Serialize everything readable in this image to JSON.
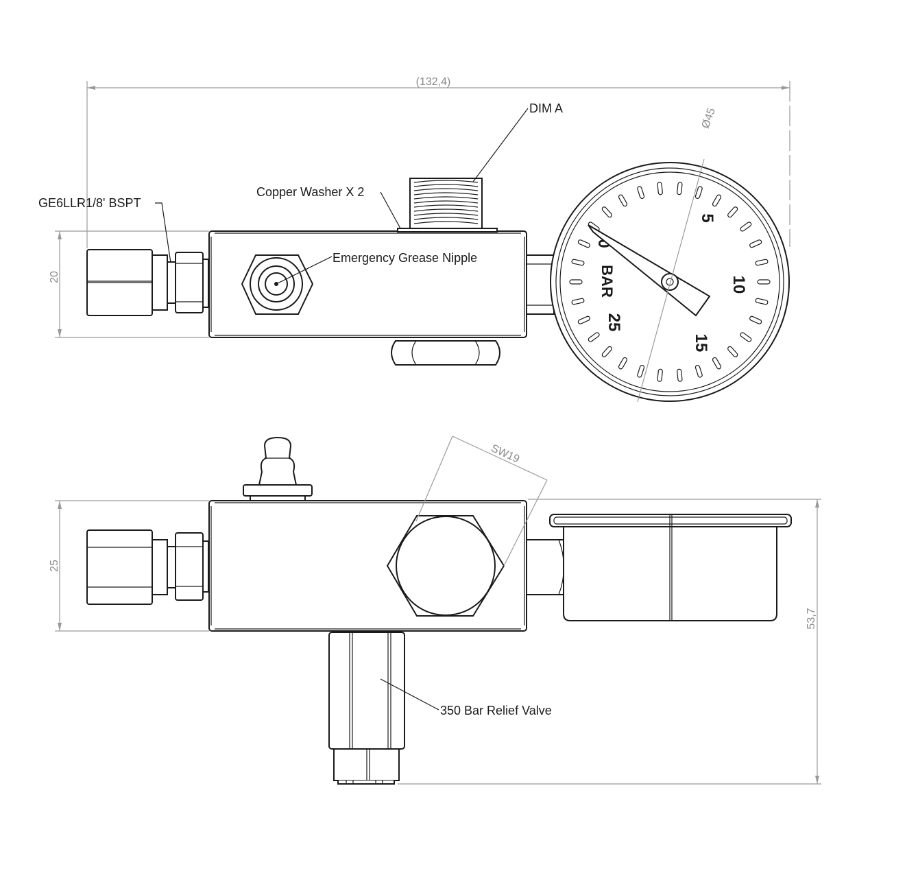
{
  "labels": {
    "fitting": "GE6LLR1/8' BSPT",
    "copper_washer": "Copper Washer X 2",
    "dim_a": "DIM A",
    "grease_nipple": "Emergency Grease Nipple",
    "relief_valve": "350 Bar Relief Valve"
  },
  "dimensions": {
    "overall_length": "(132,4)",
    "gauge_diameter": "Ø45",
    "height_top_view": "20",
    "height_side_view": "25",
    "overall_height": "53,7",
    "spanner_size": "SW19"
  },
  "gauge": {
    "unit": "BAR",
    "scale": [
      "0",
      "5",
      "10",
      "15",
      "25"
    ]
  }
}
